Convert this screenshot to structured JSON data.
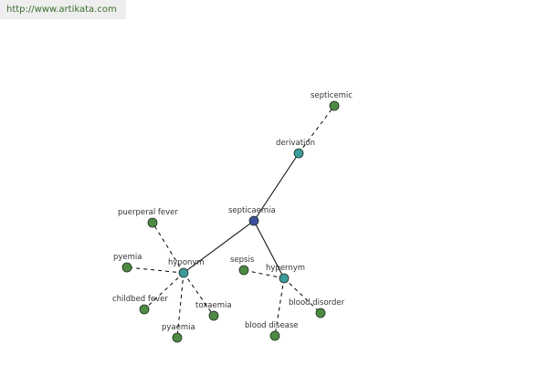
{
  "header": {
    "url": "http://www.artikata.com"
  },
  "colors": {
    "center_node": "#3c4f9c",
    "relation_node": "#3d9b9b",
    "leaf_node": "#4e8a44",
    "edge": "#000000",
    "url_text": "#3a6e2a",
    "url_bg": "#eeeeee"
  },
  "graph": {
    "center": "septicaemia",
    "nodes": [
      {
        "id": "septicaemia",
        "label": "septicaemia",
        "kind": "center"
      },
      {
        "id": "derivation",
        "label": "derivation",
        "kind": "relation"
      },
      {
        "id": "hyponym",
        "label": "hyponym",
        "kind": "relation"
      },
      {
        "id": "hypernym",
        "label": "hypernym",
        "kind": "relation"
      },
      {
        "id": "septicemic",
        "label": "septicemic",
        "kind": "leaf"
      },
      {
        "id": "puerperal-fever",
        "label": "puerperal fever",
        "kind": "leaf"
      },
      {
        "id": "pyemia",
        "label": "pyemia",
        "kind": "leaf"
      },
      {
        "id": "childbed-fever",
        "label": "childbed fever",
        "kind": "leaf"
      },
      {
        "id": "pyaemia",
        "label": "pyaemia",
        "kind": "leaf"
      },
      {
        "id": "toxaemia",
        "label": "toxaemia",
        "kind": "leaf"
      },
      {
        "id": "sepsis",
        "label": "sepsis",
        "kind": "leaf"
      },
      {
        "id": "blood-disease",
        "label": "blood disease",
        "kind": "leaf"
      },
      {
        "id": "blood-disorder",
        "label": "blood disorder",
        "kind": "leaf"
      }
    ],
    "edges": [
      {
        "from": "septicaemia",
        "to": "derivation",
        "style": "solid"
      },
      {
        "from": "septicaemia",
        "to": "hyponym",
        "style": "solid"
      },
      {
        "from": "septicaemia",
        "to": "hypernym",
        "style": "solid"
      },
      {
        "from": "derivation",
        "to": "septicemic",
        "style": "dashed"
      },
      {
        "from": "hyponym",
        "to": "puerperal-fever",
        "style": "dashed"
      },
      {
        "from": "hyponym",
        "to": "pyemia",
        "style": "dashed"
      },
      {
        "from": "hyponym",
        "to": "childbed-fever",
        "style": "dashed"
      },
      {
        "from": "hyponym",
        "to": "pyaemia",
        "style": "dashed"
      },
      {
        "from": "hyponym",
        "to": "toxaemia",
        "style": "dashed"
      },
      {
        "from": "hypernym",
        "to": "sepsis",
        "style": "dashed"
      },
      {
        "from": "hypernym",
        "to": "blood-disease",
        "style": "dashed"
      },
      {
        "from": "hypernym",
        "to": "blood-disorder",
        "style": "dashed"
      }
    ]
  }
}
